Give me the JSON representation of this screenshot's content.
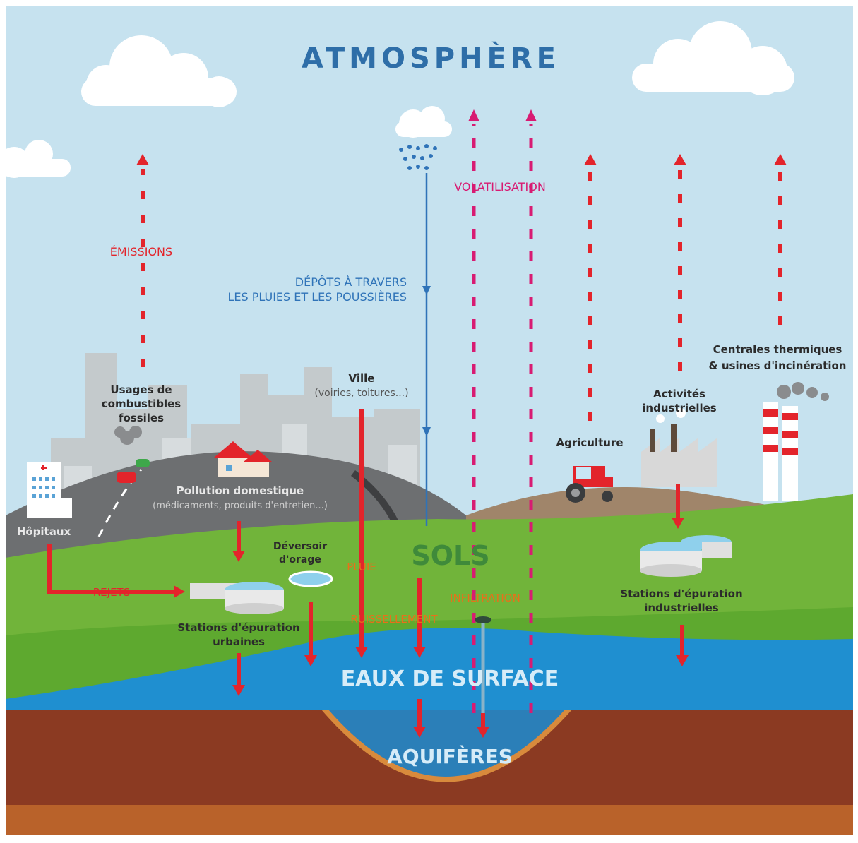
{
  "zones": {
    "atmosphere": "ATMOSPHÈRE",
    "sols": "SOLS",
    "eaux_surface": "EAUX DE SURFACE",
    "aquiferes": "AQUIFÈRES"
  },
  "flows": {
    "emissions": "ÉMISSIONS",
    "depots_line1": "DÉPÔTS À TRAVERS",
    "depots_line2": "LES PLUIES ET LES POUSSIÈRES",
    "volatilisation": "VOLATILISATION",
    "pluie": "PLUIE",
    "ruissellement": "RUISSELLEMENT",
    "infiltration": "INFILTRATION",
    "rejets": "REJETS"
  },
  "sources": {
    "combustibles_1": "Usages de",
    "combustibles_2": "combustibles",
    "combustibles_3": "fossiles",
    "ville_title": "Ville",
    "ville_sub": "(voiries, toitures...)",
    "pollution_title": "Pollution domestique",
    "pollution_sub": "(médicaments, produits d'entretien...)",
    "hopitaux": "Hôpitaux",
    "deversoir_1": "Déversoir",
    "deversoir_2": "d'orage",
    "stations_urbaines_1": "Stations d'épuration",
    "stations_urbaines_2": "urbaines",
    "agriculture": "Agriculture",
    "activites_1": "Activités",
    "activites_2": "industrielles",
    "centrales_1": "Centrales thermiques",
    "centrales_2": "& usines d'incinération",
    "stations_indus_1": "Stations d'épuration",
    "stations_indus_2": "industrielles"
  },
  "colors": {
    "sky": "#c6e2ef",
    "atmosphere_title": "#2e6ea8",
    "emission_red": "#e3242b",
    "volatilisation_pink": "#d81b72",
    "deposit_blue": "#2f73b8",
    "orange_label": "#e8701a",
    "green_hill": "#71b43a",
    "water": "#1f8fd0",
    "soil": "#8b3a22",
    "sols_text": "#3f8a3a"
  }
}
